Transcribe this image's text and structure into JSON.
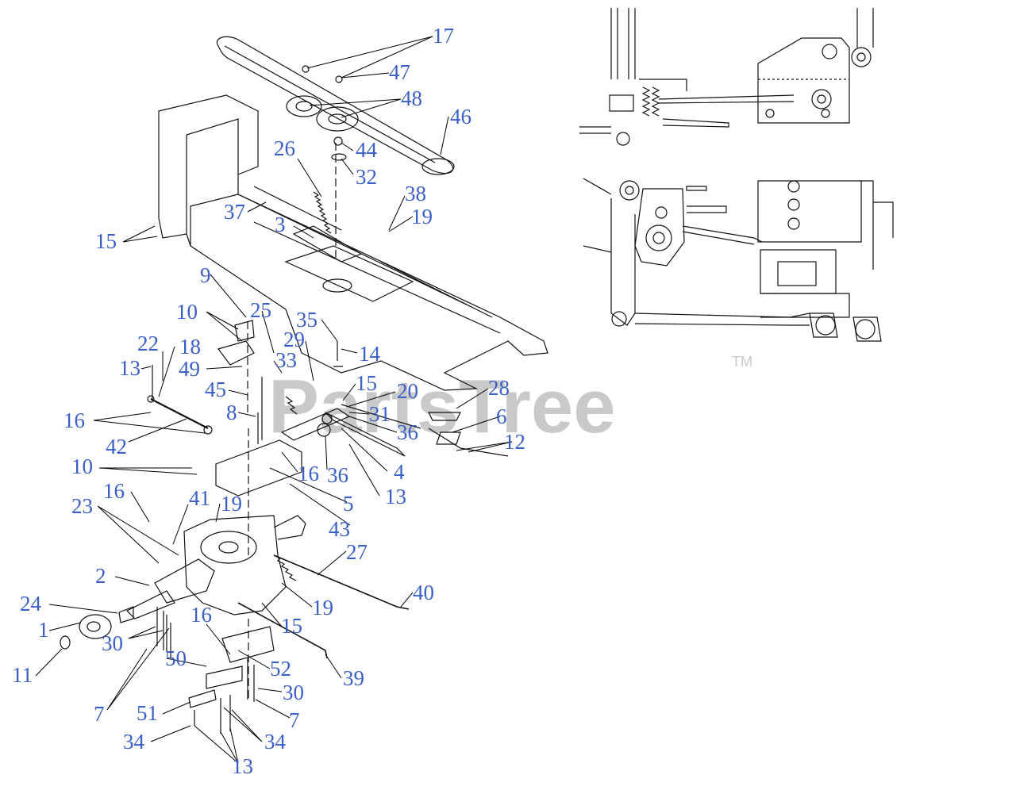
{
  "colors": {
    "label": "#3b5fc9",
    "line": "#000000",
    "drawing": "#111111",
    "watermark": "#c9c9c9"
  },
  "watermark": {
    "text": "PartsTree",
    "trademark": "TM"
  },
  "callouts": [
    "17",
    "47",
    "48",
    "46",
    "44",
    "32",
    "26",
    "38",
    "19",
    "37",
    "3",
    "15",
    "9",
    "10",
    "25",
    "35",
    "14",
    "22",
    "18",
    "29",
    "13",
    "33",
    "49",
    "45",
    "15",
    "20",
    "28",
    "8",
    "31",
    "16",
    "42",
    "36",
    "6",
    "12",
    "10",
    "16",
    "36",
    "4",
    "13",
    "5",
    "16",
    "41",
    "19",
    "43",
    "23",
    "27",
    "2",
    "40",
    "24",
    "19",
    "1",
    "30",
    "15",
    "16",
    "11",
    "50",
    "52",
    "39",
    "30",
    "7",
    "51",
    "7",
    "34",
    "34",
    "13"
  ]
}
